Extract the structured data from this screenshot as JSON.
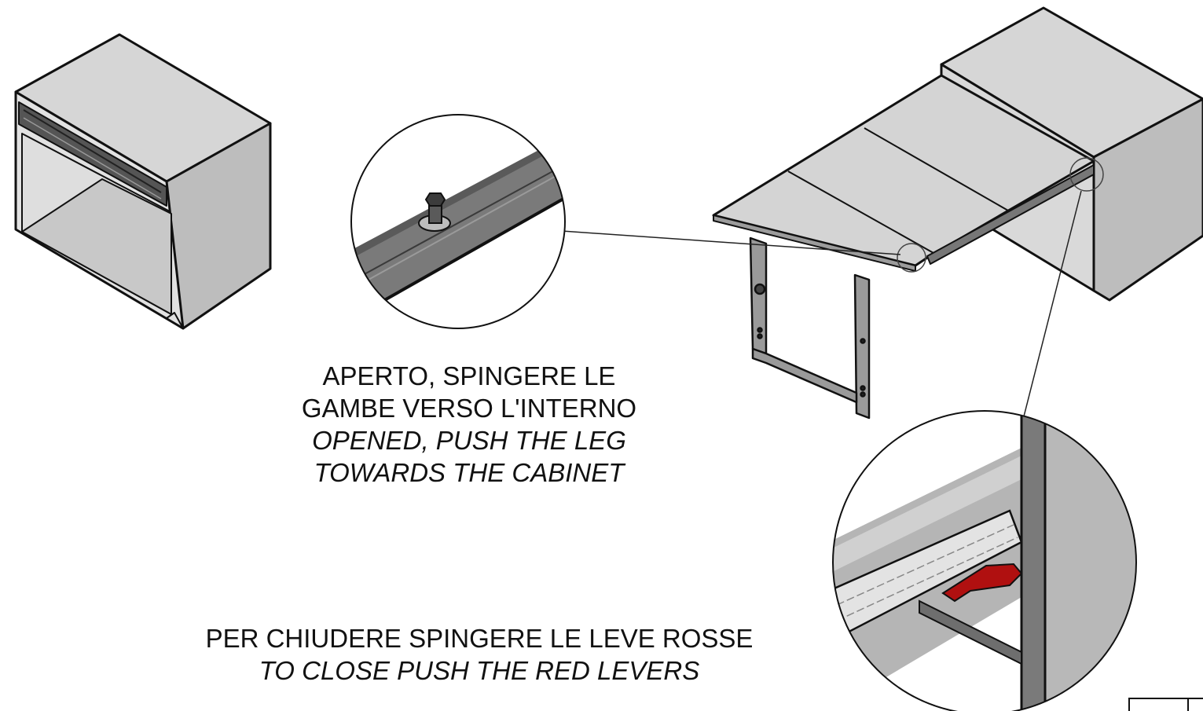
{
  "instructions": {
    "open_it_line1": "APERTO, SPINGERE LE",
    "open_it_line2": "GAMBE VERSO L'INTERNO",
    "open_en_line1": "OPENED, PUSH THE LEG",
    "open_en_line2": "TOWARDS THE CABINET",
    "close_it": "PER CHIUDERE SPINGERE LE LEVE ROSSE",
    "close_en": "TO CLOSE PUSH THE RED LEVERS"
  },
  "colors": {
    "outline": "#111111",
    "panel_light": "#d9d9d9",
    "panel_mid": "#bdbdbd",
    "panel_dark": "#9a9a9a",
    "rail": "#6f6f6f",
    "lever_red": "#b01010"
  }
}
